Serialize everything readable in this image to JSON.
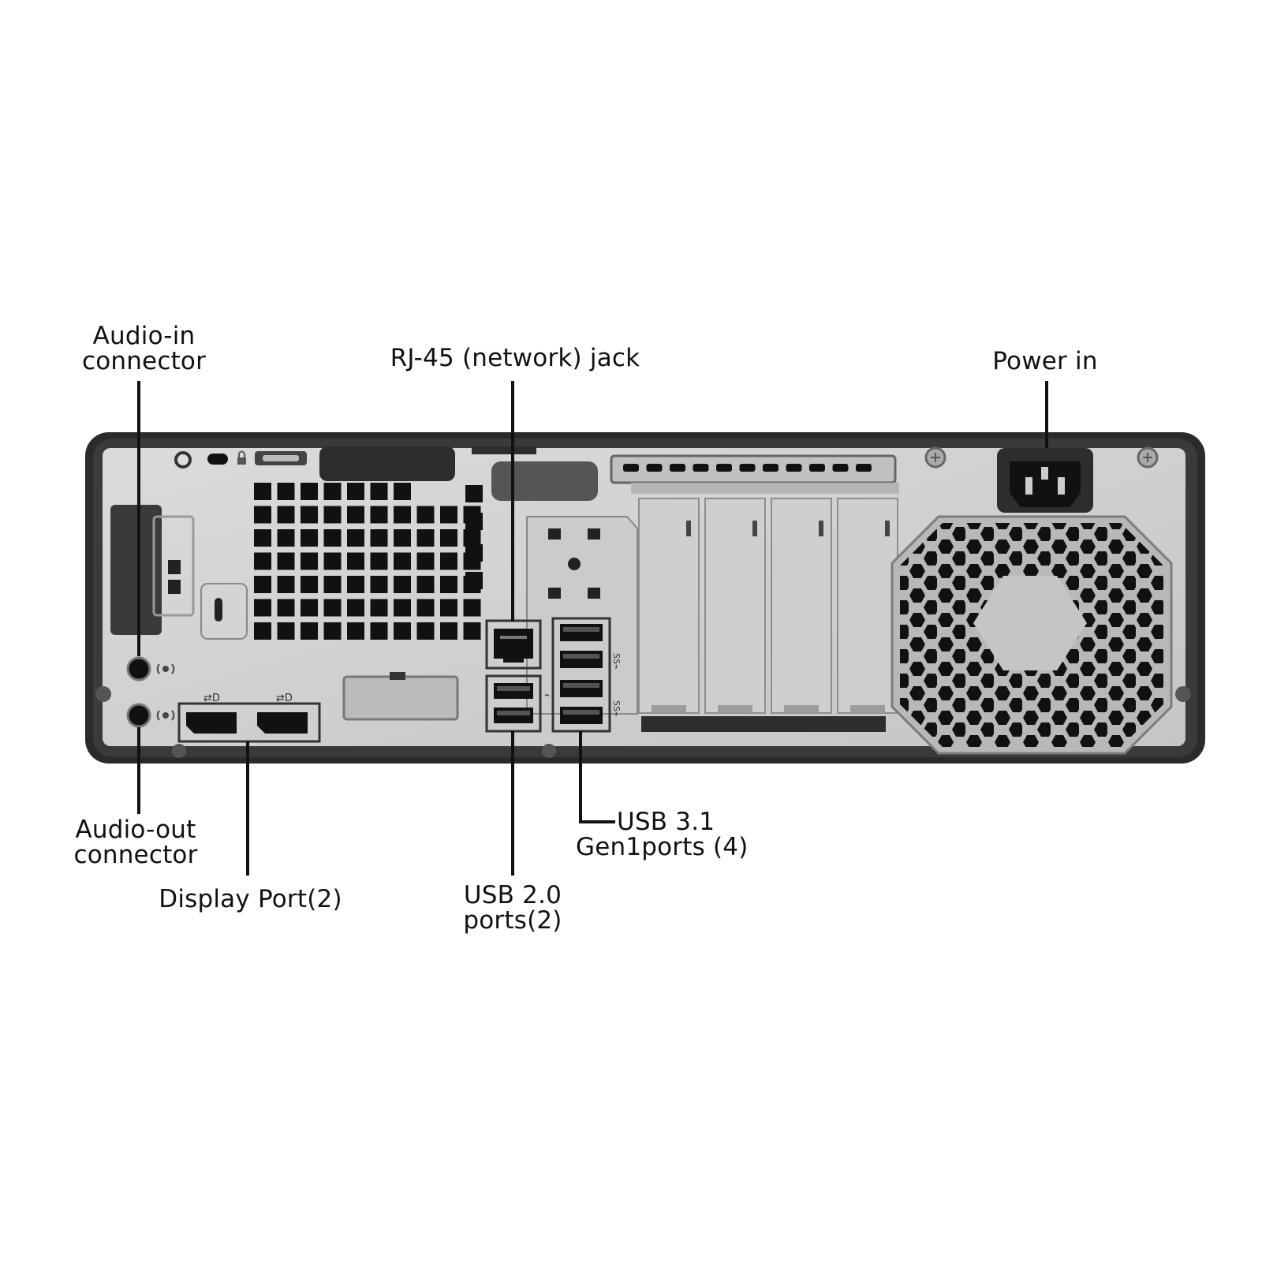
{
  "labels": {
    "audio_in": [
      "Audio-in",
      "connector"
    ],
    "rj45": "RJ-45 (network) jack",
    "power_in": "Power in",
    "audio_out": [
      "Audio-out",
      "connector"
    ],
    "display_port": "Display Port(2)",
    "usb2": [
      "USB 2.0",
      "ports(2)"
    ],
    "usb31": [
      "USB 3.1",
      "Gen1ports (4)"
    ]
  },
  "colors": {
    "chassis": "#2b2b2b",
    "panel": "#cfd1d3",
    "panel_light": "#dcdedf",
    "hole": "#111111",
    "callout_line": "#111111"
  },
  "icons": [
    "lock-icon",
    "usb-icon",
    "usb-ss-icon",
    "displayport-icon",
    "headphone-icon",
    "microphone-icon"
  ]
}
